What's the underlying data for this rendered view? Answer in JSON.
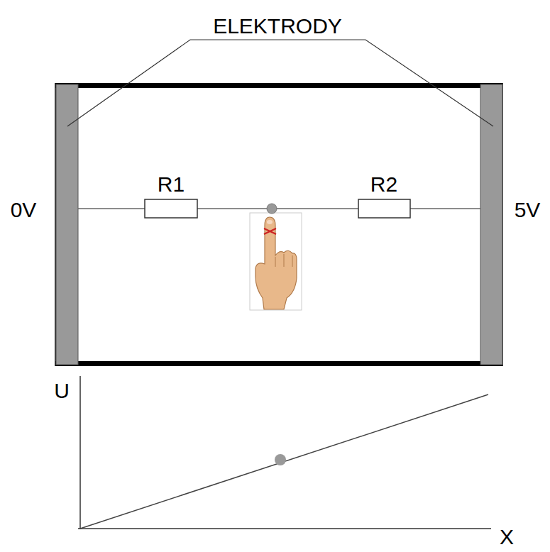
{
  "diagram": {
    "labels": [
      "ELEKTRODY",
      "0V",
      "5V",
      "R1",
      "R2",
      "U",
      "X"
    ]
  }
}
